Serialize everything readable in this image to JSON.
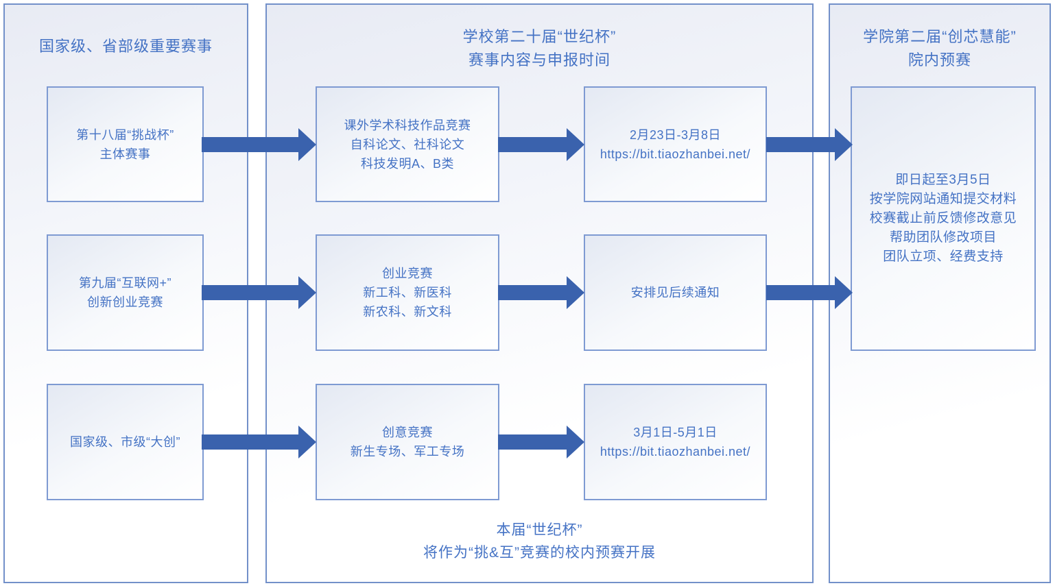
{
  "colors": {
    "text_blue": "#4472C4",
    "arrow_blue": "#3A62AD",
    "panel_border": "#7290C9",
    "box_border": "#7E9AD2"
  },
  "left_panel": {
    "title": "国家级、省部级重要赛事",
    "boxes": [
      {
        "lines": [
          "第十八届“挑战杯”",
          "主体赛事"
        ]
      },
      {
        "lines": [
          "第九届“互联网+”",
          "创新创业竞赛"
        ]
      },
      {
        "lines": [
          "国家级、市级“大创”"
        ]
      }
    ]
  },
  "middle_panel": {
    "title_lines": [
      "学校第二十届“世纪杯”",
      "赛事内容与申报时间"
    ],
    "content_boxes": [
      {
        "lines": [
          "课外学术科技作品竞赛",
          "自科论文、社科论文",
          "科技发明A、B类"
        ]
      },
      {
        "lines": [
          "创业竞赛",
          "新工科、新医科",
          "新农科、新文科"
        ]
      },
      {
        "lines": [
          "创意竞赛",
          "新生专场、军工专场"
        ]
      }
    ],
    "schedule_boxes": [
      {
        "lines": [
          "2月23日-3月8日",
          "https://bit.tiaozhanbei.net/"
        ]
      },
      {
        "lines": [
          "安排见后续通知"
        ]
      },
      {
        "lines": [
          "3月1日-5月1日",
          "https://bit.tiaozhanbei.net/"
        ]
      }
    ],
    "footer_lines": [
      "本届“世纪杯”",
      "将作为“挑&互”竞赛的校内预赛开展"
    ]
  },
  "right_panel": {
    "title_lines": [
      "学院第二届“创芯慧能”",
      "院内预赛"
    ],
    "box_lines": [
      "即日起至3月5日",
      "按学院网站通知提交材料",
      "校赛截止前反馈修改意见",
      "帮助团队修改项目",
      "团队立项、经费支持"
    ]
  }
}
